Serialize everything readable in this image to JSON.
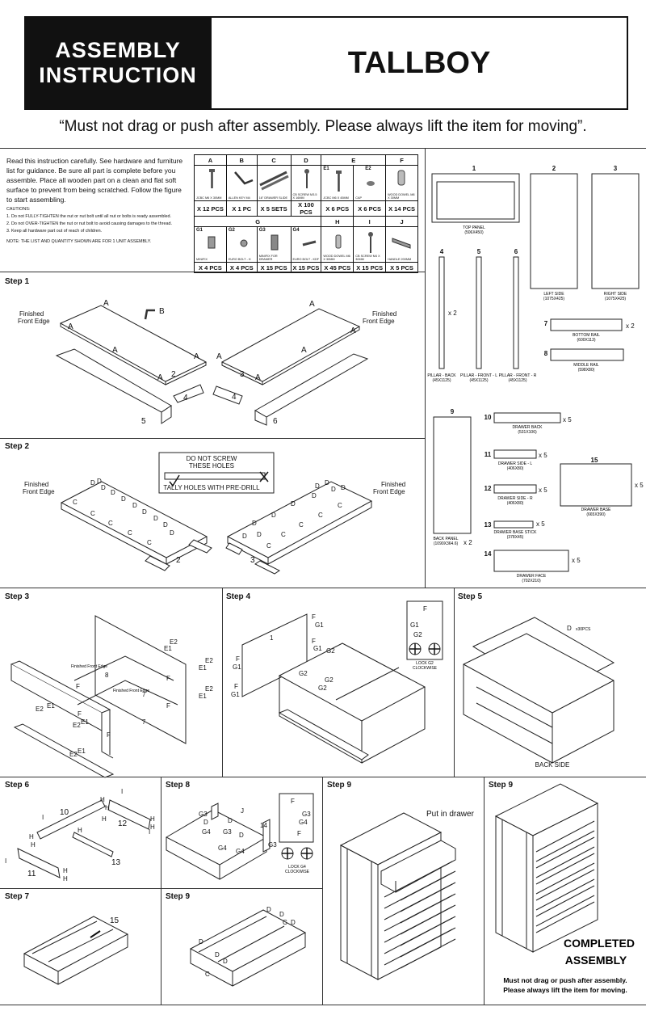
{
  "header": {
    "title_line1": "ASSEMBLY",
    "title_line2": "INSTRUCTION",
    "product": "TALLBOY"
  },
  "notice": "“Must not drag or push after assembly. Please always lift the item for moving”.",
  "intro": {
    "text": "Read this instruction carefully. See hardware and furniture list for guidance. Be sure all part is complete before you assemble. Place all wooden part on a clean and flat soft surface to prevent from being scratched. Follow the figure to start assembling.",
    "cautions_title": "CAUTIONS:",
    "cautions": [
      "1. Do not FULLY-TIGHTEN the nut or nut bolt until all nut or bolts is ready assembled.",
      "2. Do not OVER-TIGHTEN the nut or nut bolt to avoid causing damages to the thread.",
      "3. Keep all hardware part out of reach of children."
    ],
    "note": "NOTE: THE LIST AND QUANTITY SHOWN ARE FOR 1 UNIT ASSEMBLY."
  },
  "hardware_top": [
    {
      "code": "A",
      "desc": "JCBC M6 X 30MM",
      "qty": "X 12 PCS"
    },
    {
      "code": "B",
      "desc": "ALLEN KEY M4",
      "qty": "X 1 PC"
    },
    {
      "code": "C",
      "desc": "16\" DRAWER SLIDE",
      "qty": "X 5 SETS"
    },
    {
      "code": "D",
      "desc": "CB SCREW M3.5 X 16MM",
      "qty": "X 100 PCS"
    },
    {
      "code": "E",
      "e1": "E1",
      "e2": "E2",
      "desc1": "JCBC M6 X 45MM",
      "desc2": "CAP",
      "qty1": "X 6 PCS",
      "qty2": "X 6 PCS"
    },
    {
      "code": "F",
      "desc": "WOOD DOWEL M8 X 30MM",
      "qty": "X 14 PCS"
    }
  ],
  "hardware_bottom": [
    {
      "code": "G1",
      "desc": "MINIFIX",
      "qty": "X 4 PCS"
    },
    {
      "code": "G2",
      "desc": "EURO BOLT - H",
      "qty": "X 4 PCS"
    },
    {
      "code": "G3",
      "desc": "MINIFIX FOR DRAWER",
      "qty": "X 15 PCS"
    },
    {
      "code": "G4",
      "desc": "EURO BOLT - KDF",
      "qty": "X 15 PCS"
    },
    {
      "code": "H",
      "desc": "WOOD DOWEL M6 X 30MM",
      "qty": "X 45 PCS"
    },
    {
      "code": "I",
      "desc": "CB SCREW M4 X 30MM",
      "qty": "X 15 PCS"
    },
    {
      "code": "J",
      "desc": "HANDLE 200MM",
      "qty": "X 5 PCS"
    }
  ],
  "hardware_g_group": "G",
  "parts": [
    {
      "num": "1",
      "name": "TOP PANEL",
      "dims": "(506X450)"
    },
    {
      "num": "2",
      "name": "LEFT SIDE",
      "dims": "(1075X425)"
    },
    {
      "num": "3",
      "name": "RIGHT SIDE",
      "dims": "(1075X425)"
    },
    {
      "num": "4",
      "name": "PILLAR - BACK",
      "dims": "(45X1125)"
    },
    {
      "num": "5",
      "name": "PILLAR - FRONT - L",
      "dims": "(45X1125)"
    },
    {
      "num": "6",
      "name": "PILLAR - FRONT - R",
      "dims": "(45X1125)"
    },
    {
      "num": "7",
      "name": "BOTTOM RAIL",
      "dims": "(600X113)"
    },
    {
      "num": "8",
      "name": "MIDDLE RAIL",
      "dims": "(598X80)"
    },
    {
      "num": "9",
      "name": "BACK PANEL",
      "dims": "(1090X364.6)"
    },
    {
      "num": "10",
      "name": "DRAWER BACK",
      "dims": "(531X106)"
    },
    {
      "num": "11",
      "name": "DRAWER SIDE - L",
      "dims": "(406X80)"
    },
    {
      "num": "12",
      "name": "DRAWER SIDE - R",
      "dims": "(406X80)"
    },
    {
      "num": "13",
      "name": "DRAWER BASE STICK",
      "dims": "(378X45)"
    },
    {
      "num": "14",
      "name": "DRAWER FACE",
      "dims": "(702X210)"
    },
    {
      "num": "15",
      "name": "DRAWER BASE",
      "dims": "(665X390)"
    }
  ],
  "part_qty": {
    "x2": "x 2",
    "x5": "x 5"
  },
  "steps": {
    "s1": "Step 1",
    "s2": "Step 2",
    "s3": "Step 3",
    "s4": "Step 4",
    "s5": "Step 5",
    "s6": "Step 6",
    "s7": "Step 7",
    "s8": "Step 8",
    "s9a": "Step 9",
    "s9b": "Step 9",
    "s9c": "Step 9"
  },
  "labels": {
    "finished_front_edge": "Finished Front Edge",
    "finished": "Finished",
    "front_edge": "Front Edge",
    "do_not_screw": "DO NOT SCREW THESE HOLES",
    "do_not_screw_1": "DO NOT SCREW",
    "do_not_screw_2": "THESE HOLES",
    "tally": "TALLY HOLES WITH PRE-DRILL",
    "lock_g2": "LOCK G2 CLOCKWISE",
    "lock_g2_1": "LOCK G2",
    "lock_g2_2": "CLOCKWISE",
    "lock_g4_1": "LOCK G4",
    "lock_g4_2": "CLOCKWISE",
    "d_count": "x30PCS",
    "back_side": "BACK SIDE",
    "put_in_drawer": "Put in drawer",
    "completed_1": "COMPLETED",
    "completed_2": "ASSEMBLY",
    "final_note_1": "Must not drag or push after assembly.",
    "final_note_2": "Please always lift the item for moving."
  },
  "callouts": {
    "A": "A",
    "B": "B",
    "C": "C",
    "D": "D",
    "E1": "E1",
    "E2": "E2",
    "F": "F",
    "G1": "G1",
    "G2": "G2",
    "G3": "G3",
    "G4": "G4",
    "H": "H",
    "I": "I",
    "J": "J",
    "n1": "1",
    "n2": "2",
    "n3": "3",
    "n4": "4",
    "n5": "5",
    "n6": "6",
    "n7": "7",
    "n8": "8",
    "n9": "9",
    "n10": "10",
    "n11": "11",
    "n12": "12",
    "n13": "13",
    "n14": "14",
    "n15": "15"
  }
}
